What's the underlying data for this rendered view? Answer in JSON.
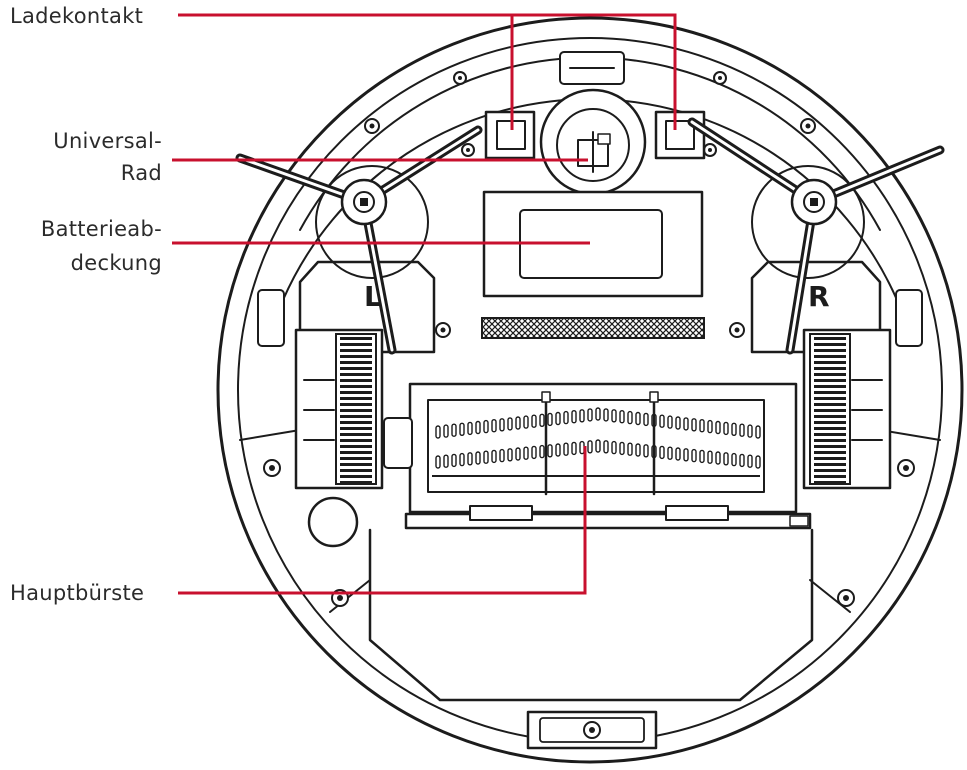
{
  "labels": {
    "charging_contact": "Ladekontakt",
    "universal_wheel_line1": "Universal-",
    "universal_wheel_line2": "Rad",
    "battery_cover_line1": "Batterieab-",
    "battery_cover_line2": "deckung",
    "main_brush": "Hauptbürste"
  },
  "wheel_marks": {
    "left": "L",
    "right": "R"
  },
  "colors": {
    "callout_line": "#c8102e",
    "outline": "#1c1c1c",
    "label_text": "#2b2b2b",
    "background": "#ffffff"
  }
}
